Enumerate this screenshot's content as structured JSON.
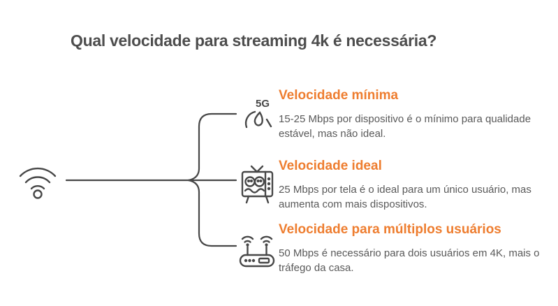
{
  "title": "Qual velocidade para streaming 4k é necessária?",
  "colors": {
    "accent_orange": "#ee7d2f",
    "title_gray": "#4d4d4d",
    "body_gray": "#595959",
    "line_gray": "#474747",
    "background": "#ffffff"
  },
  "root": {
    "icon": "wifi-icon"
  },
  "branches": [
    {
      "icon": "5g-speedometer-icon",
      "icon_label": "5G",
      "heading": "Velocidade mínima",
      "body": "15-25 Mbps por dispositivo é o mínimo para qualidade estável, mas não ideal."
    },
    {
      "icon": "tv-icon",
      "heading": "Velocidade ideal",
      "body": "25 Mbps por tela é o ideal para um único usuário, mas aumenta com mais dispositivos."
    },
    {
      "icon": "router-icon",
      "heading": "Velocidade para múltiplos usuários",
      "body": "50 Mbps é necessário para dois usuários em 4K, mais o tráfego da casa."
    }
  ]
}
